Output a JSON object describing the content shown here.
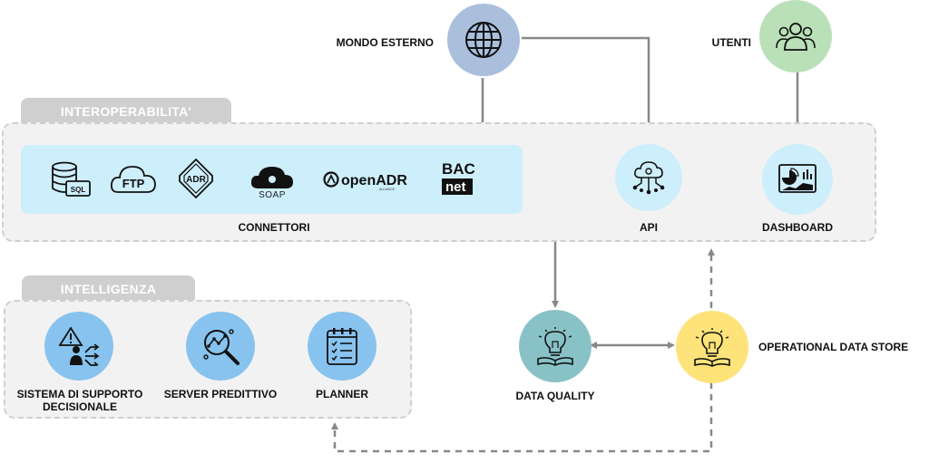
{
  "external": {
    "world_label": "MONDO ESTERNO",
    "users_label": "UTENTI"
  },
  "interoperability": {
    "tab_label": "INTEROPERABILITA'",
    "connectors_label": "CONNETTORI",
    "connectors": [
      {
        "icon": "sql-database-icon",
        "text": "SQL"
      },
      {
        "icon": "ftp-cloud-icon",
        "text": "FTP"
      },
      {
        "icon": "adr-chip-icon",
        "text": "ADR"
      },
      {
        "icon": "soap-cloud-icon",
        "text": "SOAP"
      },
      {
        "icon": "openadr-logo-icon",
        "text": "openADR",
        "subtext": "ALLIANCE"
      },
      {
        "icon": "bacnet-logo-icon",
        "text": "BAC",
        "subtext": "net"
      }
    ],
    "api_label": "API",
    "dashboard_label": "DASHBOARD"
  },
  "intelligence": {
    "tab_label": "INTELLIGENZA",
    "items": [
      {
        "label": "SISTEMA DI SUPPORTO DECISIONALE",
        "icon": "warning-decision-icon"
      },
      {
        "label": "SERVER PREDITTIVO",
        "icon": "analytics-magnifier-icon"
      },
      {
        "label": "PLANNER",
        "icon": "checklist-icon"
      }
    ]
  },
  "data": {
    "quality_label": "DATA QUALITY",
    "ods_label": "OPERATIONAL DATA STORE"
  },
  "colors": {
    "world": "#a9bfdc",
    "users": "#b9e0b7",
    "light_blue": "#cdeefb",
    "intelligence_blue": "#87c3ee",
    "quality_teal": "#88c2c7",
    "ods_yellow": "#fde37a",
    "arrow_gray": "#888888",
    "box_gray": "#f2f2f2",
    "tab_gray": "#cfcfcf"
  }
}
